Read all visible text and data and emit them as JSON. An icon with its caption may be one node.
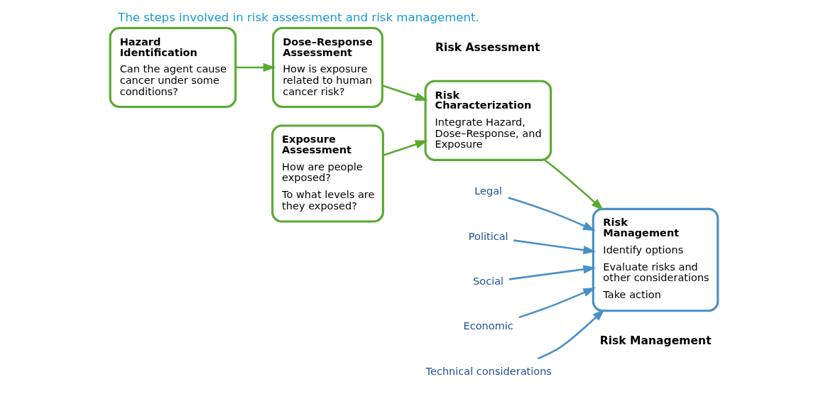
{
  "diagram": {
    "title": "The steps involved in risk assessment and risk management.",
    "nodes": [
      {
        "text": [
          "Hazard Identification",
          "Can the agent cause cancer under some conditions?"
        ]
      },
      {
        "text": [
          "Dose–Response Assessment",
          "How is exposure related to human cancer risk?"
        ]
      },
      {
        "text": [
          "Risk Characterization",
          "Integrate Hazard, Dose–Response, and Exposure"
        ]
      },
      {
        "text": [
          "Exposure Assessment",
          "How are people exposed?",
          "To what levels are they exposed?"
        ]
      },
      {
        "text": [
          "Risk Management",
          "Identify options",
          "Evaluate risks and other considerations",
          "Take action"
        ]
      },
      {
        "text": [
          "Legal"
        ]
      },
      {
        "text": [
          "Political"
        ]
      },
      {
        "text": [
          "Social"
        ]
      },
      {
        "text": [
          "Economic"
        ]
      },
      {
        "text": [
          "Technical considerations"
        ]
      }
    ],
    "edges": [
      {
        "from": 0,
        "to": 1,
        "arrow": "to",
        "color": "#5aaa32"
      },
      {
        "from": 1,
        "to": 2,
        "arrow": "to",
        "color": "#5aaa32"
      },
      {
        "from": 3,
        "to": 2,
        "arrow": "to",
        "color": "#5aaa32"
      },
      {
        "from": 2,
        "to": 4,
        "arrow": "to",
        "color": "#5aaa32"
      },
      {
        "from": 5,
        "to": 4,
        "arrow": "to",
        "color": "#4a90c8"
      },
      {
        "from": 6,
        "to": 4,
        "arrow": "to",
        "color": "#4a90c8"
      },
      {
        "from": 7,
        "to": 4,
        "arrow": "to",
        "color": "#4a90c8"
      },
      {
        "from": 8,
        "to": 4,
        "arrow": "to",
        "color": "#4a90c8"
      },
      {
        "from": 9,
        "to": 4,
        "arrow": "to",
        "color": "#4a90c8"
      }
    ],
    "labels": [
      "Risk Assessment",
      "Risk Management"
    ]
  }
}
